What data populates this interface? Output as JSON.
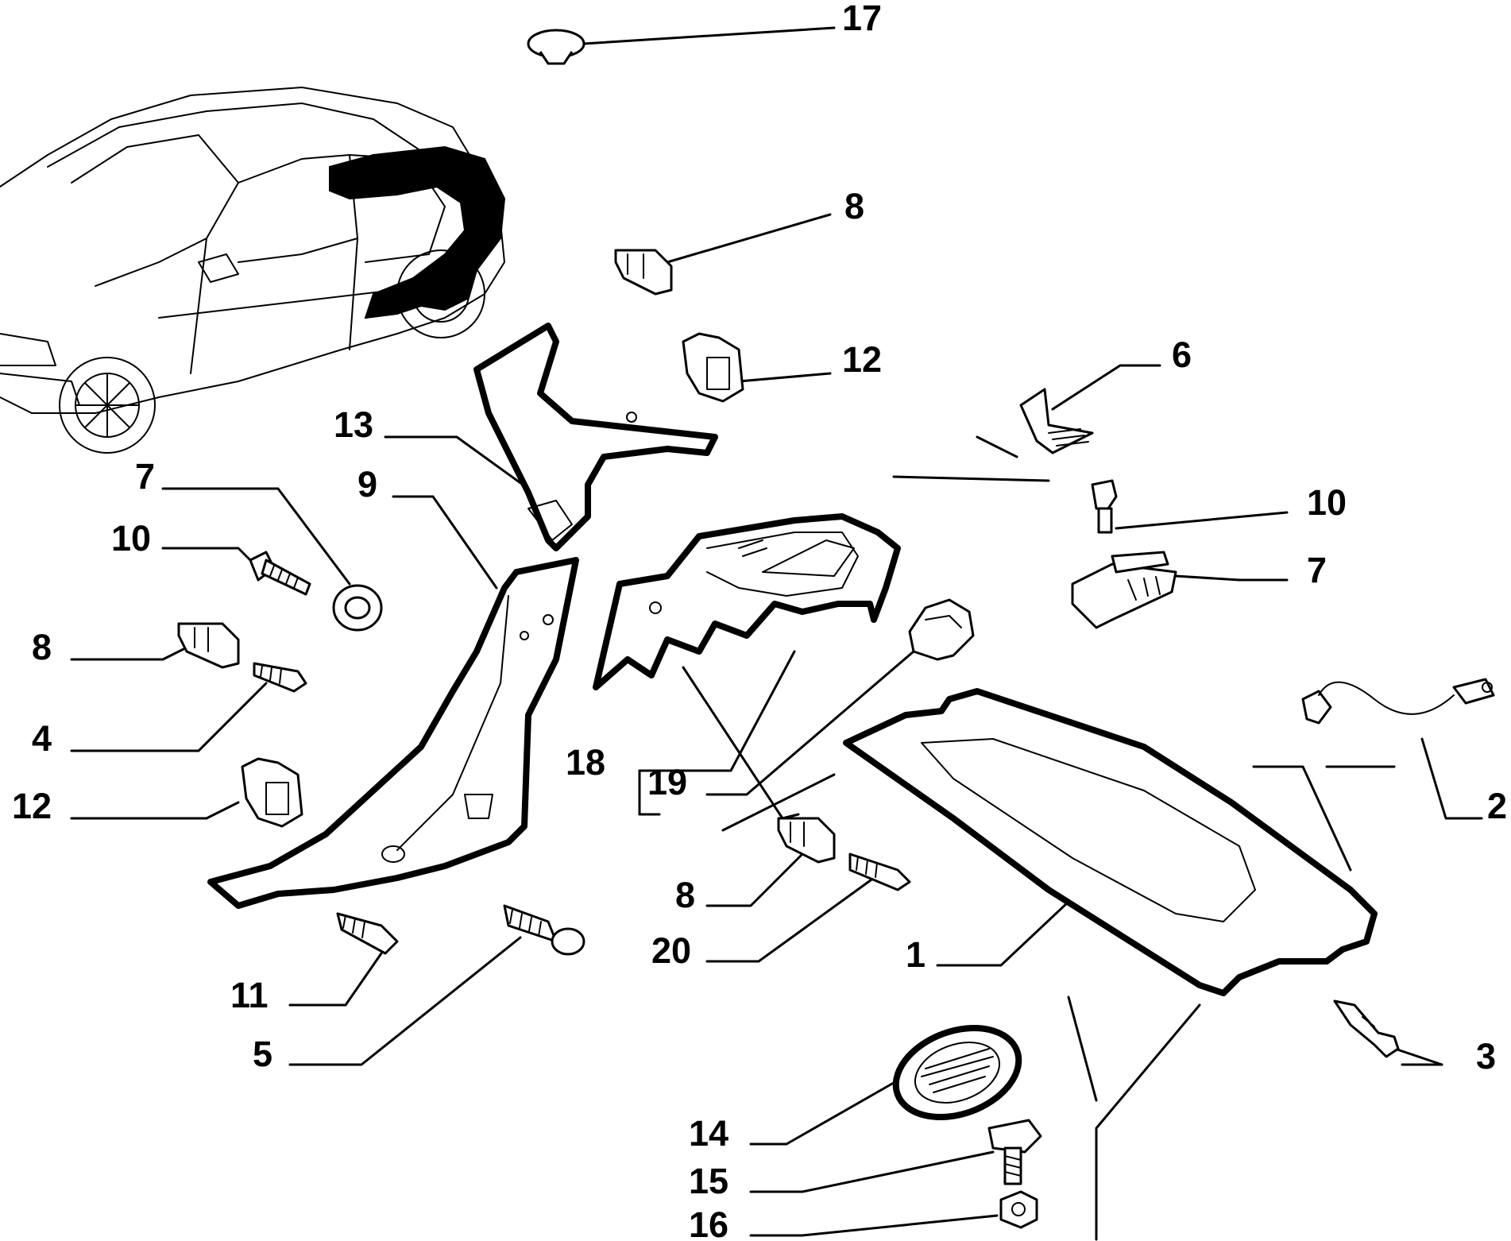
{
  "labels": {
    "l17": "17",
    "l8a": "8",
    "l12a": "12",
    "l6": "6",
    "l13": "13",
    "l7a": "7",
    "l9": "9",
    "l10a": "10",
    "l8b": "8",
    "l4": "4",
    "l12b": "12",
    "l10b": "10",
    "l7b": "7",
    "l2": "2",
    "l18": "18",
    "l19": "19",
    "l8c": "8",
    "l20": "20",
    "l1": "1",
    "l11": "11",
    "l5": "5",
    "l3": "3",
    "l14": "14",
    "l15": "15",
    "l16": "16"
  }
}
